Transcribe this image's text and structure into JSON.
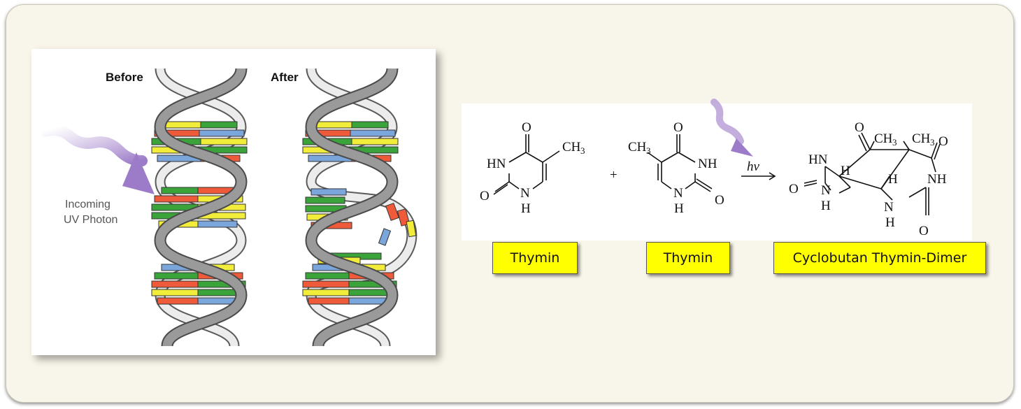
{
  "dna": {
    "before_label": "Before",
    "after_label": "After",
    "uv_label_line1": "Incoming",
    "uv_label_line2": "UV Photon"
  },
  "reaction": {
    "plus": "+",
    "hv": "hν",
    "atoms": {
      "O": "O",
      "HN": "HN",
      "NH": "NH",
      "N": "N",
      "H": "H",
      "CH": "CH",
      "sub3": "3"
    }
  },
  "labels": {
    "thymin_1": "Thymin",
    "thymin_2": "Thymin",
    "dimer": "Cyclobutan Thymin-Dimer"
  },
  "colors": {
    "label_background": "#ffff00",
    "backbone": "#9a9a9a",
    "base_green": "#3aa43a",
    "base_yellow": "#f2ec3a",
    "base_red": "#ef5a3a",
    "base_blue": "#7aa6dc",
    "uv_arrow": "#b59ad6"
  }
}
